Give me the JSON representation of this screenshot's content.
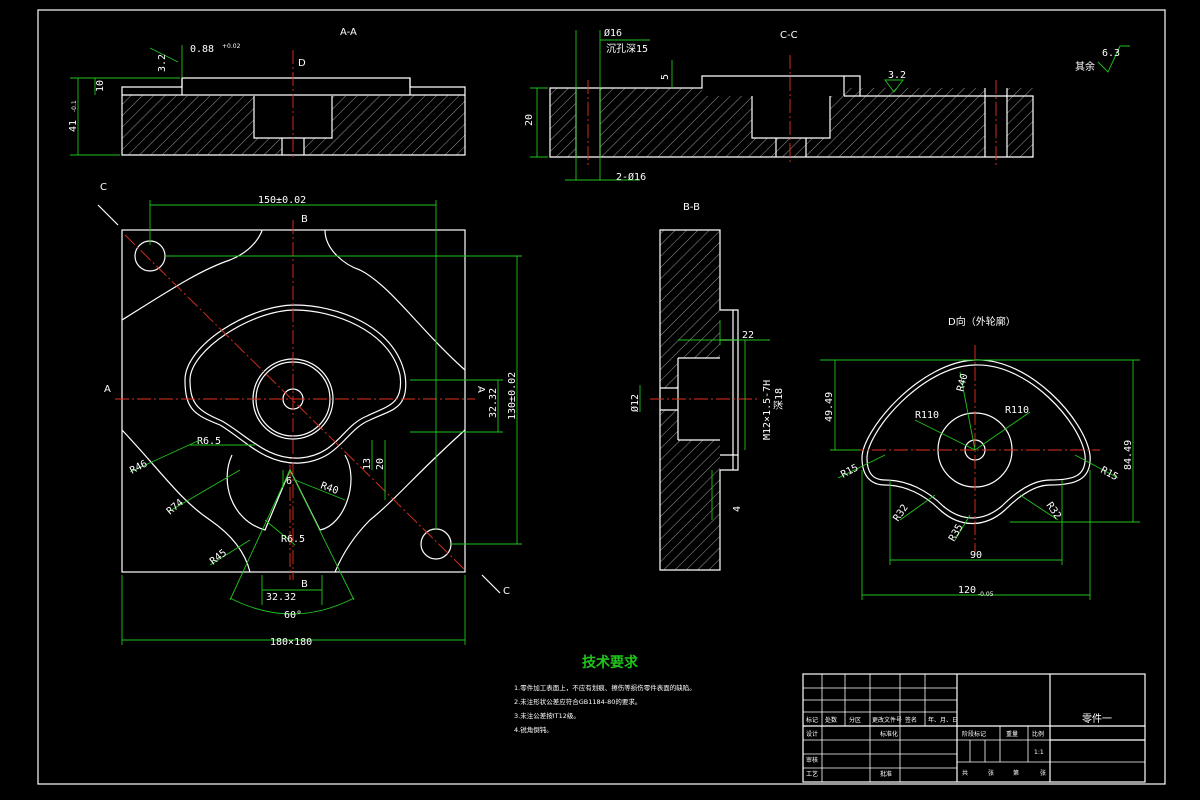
{
  "views": {
    "aa": {
      "label": "A-A",
      "dims": {
        "d10": "10",
        "d41": "41",
        "d41tol": "-0.1",
        "d32": "3.2",
        "d088": "0.88",
        "d088tol": "+0.02"
      }
    },
    "cc": {
      "label": "C-C",
      "dims": {
        "d16": "Ø16",
        "d16b": "沉孔深15",
        "d20": "20",
        "d5": "5",
        "d2x16": "2-Ø16",
        "d32": "3.2"
      }
    },
    "bb": {
      "label": "B-B",
      "dims": {
        "d22": "22",
        "d12": "Ø12",
        "dm": "M12×1.5-7H",
        "dmd": "深18",
        "d4": "4"
      }
    },
    "d": {
      "label": "D向（外轮廓）",
      "dims": {
        "r110a": "R110",
        "r110b": "R110",
        "r15a": "R15",
        "r15b": "R15",
        "r32a": "R32",
        "r32b": "R32",
        "r35": "R35",
        "r40": "R40",
        "d90": "90",
        "d120": "120",
        "d120tol": "-0.05",
        "d49": "49.49",
        "d84": "84.49"
      }
    },
    "plan": {
      "dims": {
        "d150": "150±0.02",
        "d180": "180×180",
        "d130": "130±0.02",
        "d3232a": "32.32",
        "d3232b": "32.32",
        "d60": "60°",
        "r65a": "R6.5",
        "r65b": "R6.5",
        "r46": "R46",
        "r74": "R74",
        "r45": "R45",
        "r40": "R40",
        "d20": "20",
        "d13": "13",
        "d6": "6"
      },
      "section_marks": {
        "a": "A",
        "b": "B",
        "c": "C",
        "d": "D"
      }
    }
  },
  "roughness": {
    "main": "6.3",
    "note": "其余"
  },
  "tech_requirements": {
    "title": "技术要求",
    "items": [
      "1.零件加工表面上，不应有划痕、擦伤等损伤零件表面的缺陷。",
      "2.未注形状公差应符合GB1184-80的要求。",
      "3.未注公差按IT12级。",
      "4.锐角倒钝。"
    ]
  },
  "title_block": {
    "part_name": "零件一",
    "scale_label": "比例",
    "scale": "1:1",
    "weight_label": "重量",
    "stage_label": "阶段标记",
    "design_label": "设计",
    "standard_label": "标准化",
    "review_label": "审核",
    "process_label": "工艺",
    "approve_label": "批准",
    "marks": [
      "标记",
      "处数",
      "分区",
      "更改文件号",
      "签名",
      "年、月、日"
    ],
    "sheets": [
      "共",
      "张",
      "第",
      "张"
    ]
  }
}
